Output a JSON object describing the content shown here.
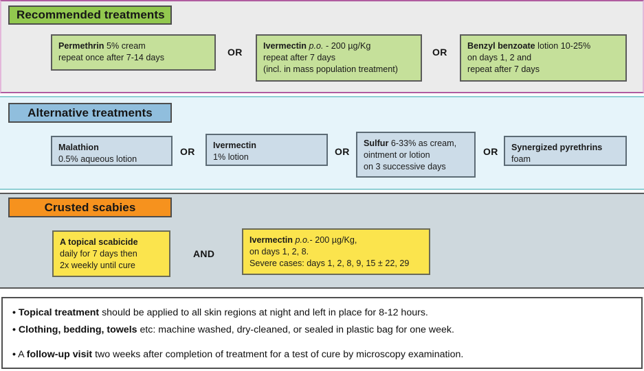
{
  "sections": [
    {
      "id": "recommended",
      "title": "Recommended treatments",
      "title_color": "#92c84f",
      "panel_color": "#ebebeb",
      "border_color": "#b05ca0",
      "box_color": "#c5e09a",
      "connectors": [
        "OR",
        "OR"
      ],
      "boxes": [
        {
          "lines": [
            {
              "strong": "Permethrin",
              "rest": " 5% cream"
            },
            {
              "strong": "",
              "rest": "repeat once after 7-14 days"
            }
          ]
        },
        {
          "lines": [
            {
              "strong": "Ivermectin",
              "italic": " p.o.",
              "rest": " - 200 µg/Kg"
            },
            {
              "strong": "",
              "rest": "repeat after 7 days"
            },
            {
              "strong": "",
              "rest": "(incl. in mass population treatment)"
            }
          ]
        },
        {
          "lines": [
            {
              "strong": "Benzyl benzoate",
              "rest": " lotion 10-25%"
            },
            {
              "strong": "",
              "rest": "on days 1, 2 and"
            },
            {
              "strong": "",
              "rest": "repeat after 7 days"
            }
          ]
        }
      ]
    },
    {
      "id": "alternative",
      "title": "Alternative treatments",
      "title_color": "#90bedd",
      "panel_color": "#e6f4fa",
      "border_color": "#8fcfd4",
      "box_color": "#ccdce8",
      "connectors": [
        "OR",
        "OR",
        "OR"
      ],
      "boxes": [
        {
          "lines": [
            {
              "strong": "Malathion",
              "rest": ""
            },
            {
              "strong": "",
              "rest": "0.5% aqueous lotion"
            }
          ]
        },
        {
          "lines": [
            {
              "strong": "Ivermectin",
              "rest": ""
            },
            {
              "strong": "",
              "rest": "1% lotion"
            }
          ]
        },
        {
          "lines": [
            {
              "strong": "Sulfur",
              "rest": " 6-33% as cream,"
            },
            {
              "strong": "",
              "rest": "ointment or lotion"
            },
            {
              "strong": "",
              "rest": "on 3 successive days"
            }
          ]
        },
        {
          "lines": [
            {
              "strong": "Synergized pyrethrins",
              "rest": ""
            },
            {
              "strong": "",
              "rest": "foam"
            }
          ]
        }
      ]
    },
    {
      "id": "crusted",
      "title": "Crusted scabies",
      "title_color": "#f6921e",
      "panel_color": "#ced8dd",
      "border_color": "#585858",
      "box_color": "#fbe44d",
      "connectors": [
        "AND"
      ],
      "boxes": [
        {
          "lines": [
            {
              "strong": "A topical scabicide",
              "rest": ""
            },
            {
              "strong": "",
              "rest": "daily for 7 days then"
            },
            {
              "strong": "",
              "rest": "2x weekly until cure"
            }
          ]
        },
        {
          "lines": [
            {
              "strong": "Ivermectin",
              "italic": " p.o.",
              "rest": "- 200 µg/Kg,"
            },
            {
              "strong": "",
              "rest": "on days 1, 2, 8."
            },
            {
              "strong": "",
              "rest": "Severe cases: days 1, 2, 8, 9, 15 ± 22, 29"
            }
          ]
        }
      ]
    }
  ],
  "notes": {
    "bullet": "•",
    "lines": [
      {
        "strong": "Topical treatment",
        "rest": " should be applied to all skin regions at night and left in place for 8-12 hours."
      },
      {
        "strong": "Clothing, bedding, towels",
        "rest": " etc: machine washed, dry-cleaned, or sealed in plastic bag for one week."
      },
      {
        "lead": "A ",
        "strong": "follow-up visit",
        "rest": " two weeks after completion of treatment for a test of cure by microscopy examination."
      }
    ]
  }
}
